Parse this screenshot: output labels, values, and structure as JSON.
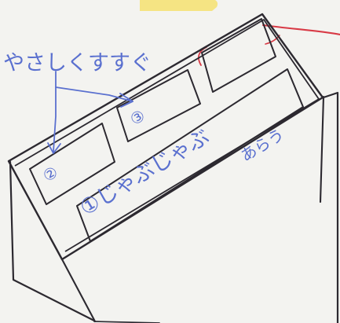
{
  "image": {
    "subject": "whiteboard-sketch",
    "accent_colors": {
      "blue": "#5a70cf",
      "red": "#d83a46",
      "ink": "#2d2930",
      "paper": "#f2f2ef",
      "sticky_note": "#f5e483"
    }
  },
  "annotations": {
    "top_text": "やさしくすすぐ",
    "marker_1_text": "①じゃぶじゃぶ",
    "marker_1_subtext": "あらう",
    "marker_2_text": "②",
    "marker_3_text": "③"
  }
}
